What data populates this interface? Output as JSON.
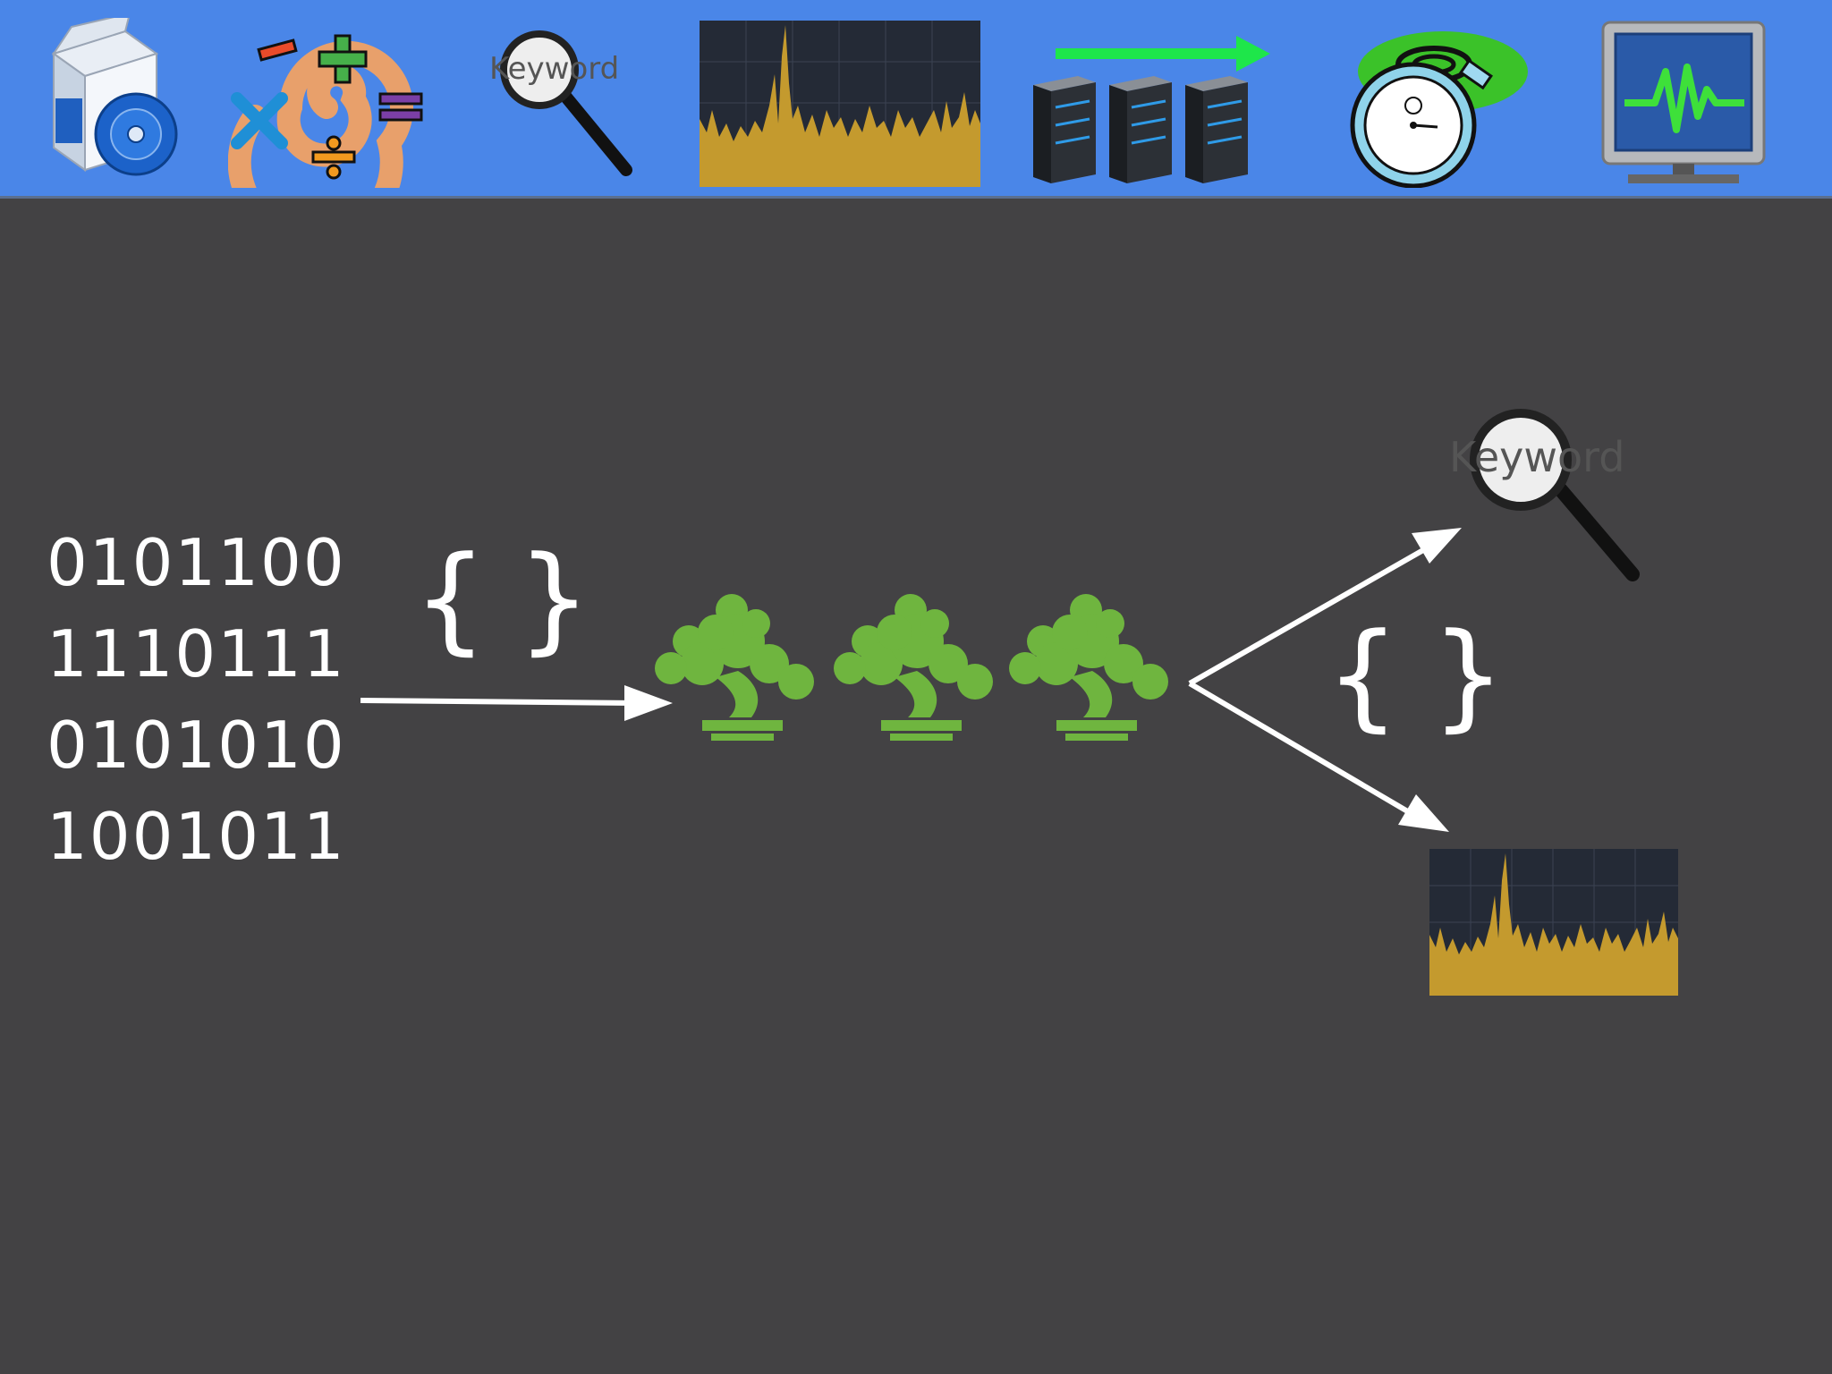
{
  "toolbar": {
    "background": "#4a86e8",
    "icons": [
      "software-box-icon",
      "math-operators-icon",
      "keyword-search-icon",
      "signal-chart-icon",
      "server-transfer-icon",
      "stopwatch-icon",
      "monitor-heartbeat-icon"
    ],
    "search_keyword": "Keyword"
  },
  "diagram": {
    "binary_lines": [
      "0101100",
      "1110111",
      "0101010",
      "1001011"
    ],
    "brace_left": "{",
    "brace_right": "}",
    "tree_color": "#6fb53f",
    "trees": [
      "bonsai-tree-icon",
      "bonsai-tree-icon",
      "bonsai-tree-icon"
    ],
    "search_keyword": "Keyword",
    "chart_fill": "#c49a2e",
    "arrow_color": "#ffffff"
  }
}
